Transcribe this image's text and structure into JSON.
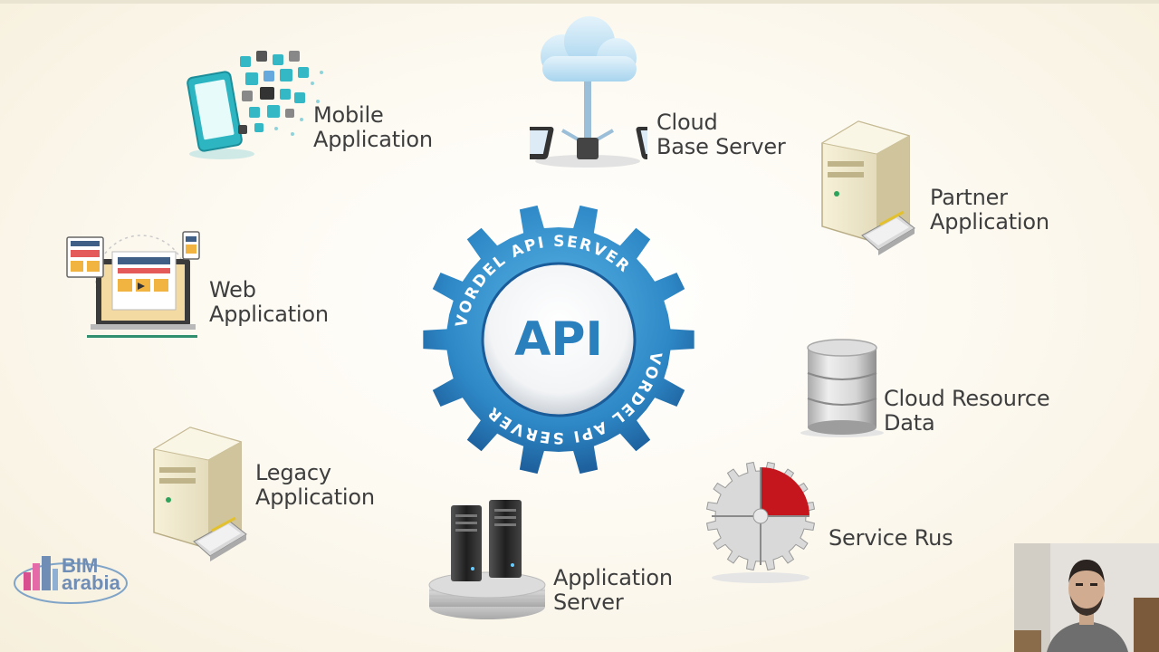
{
  "center": {
    "badge": "API",
    "ring_text": "VORDEL API SERVER",
    "gear_color": "#2f8fc9",
    "gear_dark": "#1f6aa8"
  },
  "nodes": {
    "mobile": {
      "line1": "Mobile",
      "line2": "Application"
    },
    "cloud_server": {
      "line1": "Cloud",
      "line2": "Base Server"
    },
    "partner": {
      "line1": "Partner",
      "line2": "Application"
    },
    "web": {
      "line1": "Web",
      "line2": "Application"
    },
    "cloud_data": {
      "line1": "Cloud Resource",
      "line2": "Data"
    },
    "legacy": {
      "line1": "Legacy",
      "line2": "Application"
    },
    "app_server": {
      "line1": "Application",
      "line2": "Server"
    },
    "service": {
      "line1": "Service Rus"
    }
  },
  "logo": {
    "line1": "BIM",
    "line2": "arabia"
  }
}
